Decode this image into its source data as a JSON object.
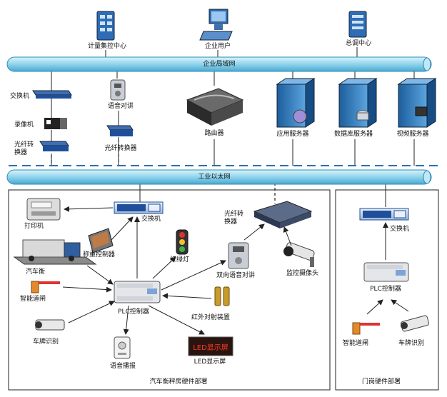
{
  "top": {
    "metering_center": "计量集控中心",
    "enterprise_user": "企业用户",
    "dispatch_center": "总调中心"
  },
  "networks": {
    "enterprise_lan": "企业局域网",
    "industrial_ethernet": "工业以太网"
  },
  "upper_devices": {
    "switch": "交换机",
    "recorder": "录像机",
    "fiber_converter_left": "光纤转换器",
    "intercom": "语音对讲",
    "fiber_converter_mid": "光纤转换器",
    "router": "路由器",
    "app_server": "应用服务器",
    "db_server": "数据库服务器",
    "video_server": "视频服务器"
  },
  "weigh_room": {
    "title": "汽车衡秤房硬件部署",
    "printer": "打印机",
    "switch": "交换机",
    "fiber_converter": "光纤转换器",
    "weigh_controller": "称重控制器",
    "traffic_light": "红绿灯",
    "truck_scale": "汽车衡",
    "two_way_intercom": "双向语音对讲",
    "camera": "监控摄像头",
    "barrier": "智能道闸",
    "plc": "PLC控制器",
    "infrared": "红外对射装置",
    "plate_recognition": "车牌识别",
    "voice_broadcast": "语音播报",
    "led_screen": "LED显示屏",
    "led_text": "LED显示屏"
  },
  "gate_post": {
    "title": "门岗硬件部署",
    "switch": "交换机",
    "plc": "PLC控制器",
    "barrier": "智能道闸",
    "plate_recognition": "车牌识别"
  },
  "colors": {
    "pipe": "#8fd3ec",
    "pipe_dark": "#2d8cb5",
    "dashed_link": "#2f6fb0",
    "switch_blue": "#1f4f9a",
    "server_blue": "#3c86c8"
  }
}
